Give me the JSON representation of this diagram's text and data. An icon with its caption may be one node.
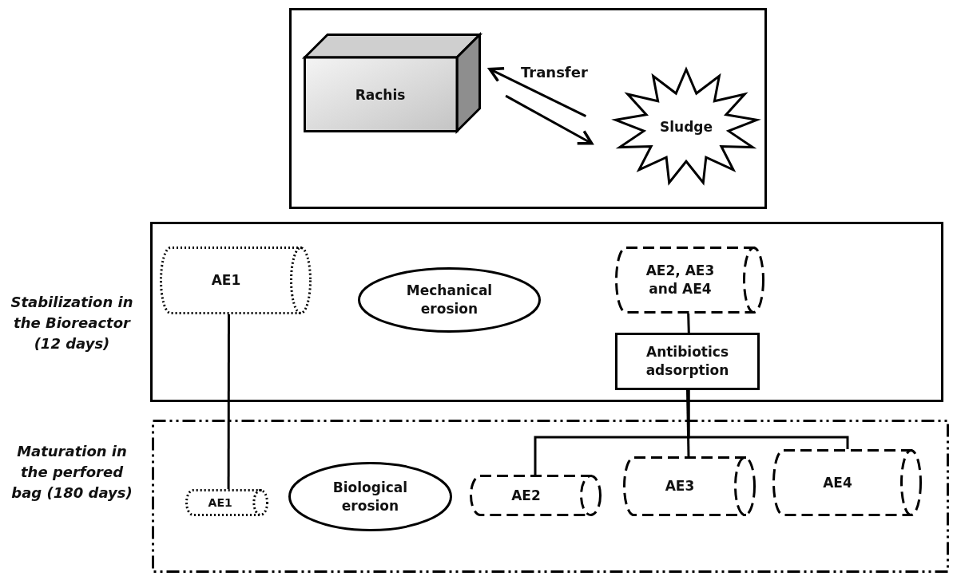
{
  "diagram": {
    "nodes": [
      {
        "text": [],
        "shape": "box"
      },
      {
        "text": [
          "Rachis"
        ],
        "in": 0
      },
      {
        "text": [
          "Sludge"
        ],
        "in": 0
      },
      {
        "text": [
          "Stabilization in the Bioreactor (12 days)"
        ]
      },
      {
        "text": [
          "AE1"
        ],
        "in": 3
      },
      {
        "text": [
          "Mechanical erosion"
        ],
        "in": 3
      },
      {
        "text": [
          "AE2, AE3 and AE4"
        ],
        "in": 3
      },
      {
        "text": [
          "Antibiotics adsorption"
        ],
        "in": 3
      },
      {
        "text": [
          "Maturation in the perfored bag (180 days)"
        ]
      },
      {
        "text": [
          "AE1"
        ],
        "in": 8
      },
      {
        "text": [
          "Biological erosion"
        ],
        "in": 8
      },
      {
        "text": [
          "AE2"
        ],
        "in": 8
      },
      {
        "text": [
          "AE3"
        ],
        "in": 8
      },
      {
        "text": [
          "AE4"
        ],
        "in": 8
      }
    ],
    "edges": [
      {
        "from": 2,
        "to": 1,
        "arrow": "to",
        "label": "Transfer"
      },
      {
        "from": 1,
        "to": 2,
        "arrow": "to"
      },
      {
        "from": 4,
        "to": 9,
        "arrow": "none"
      },
      {
        "from": 6,
        "to": 7,
        "arrow": "none"
      },
      {
        "from": 7,
        "to": 11,
        "arrow": "none"
      },
      {
        "from": 7,
        "to": 12,
        "arrow": "none"
      },
      {
        "from": 7,
        "to": 13,
        "arrow": "none"
      }
    ]
  }
}
